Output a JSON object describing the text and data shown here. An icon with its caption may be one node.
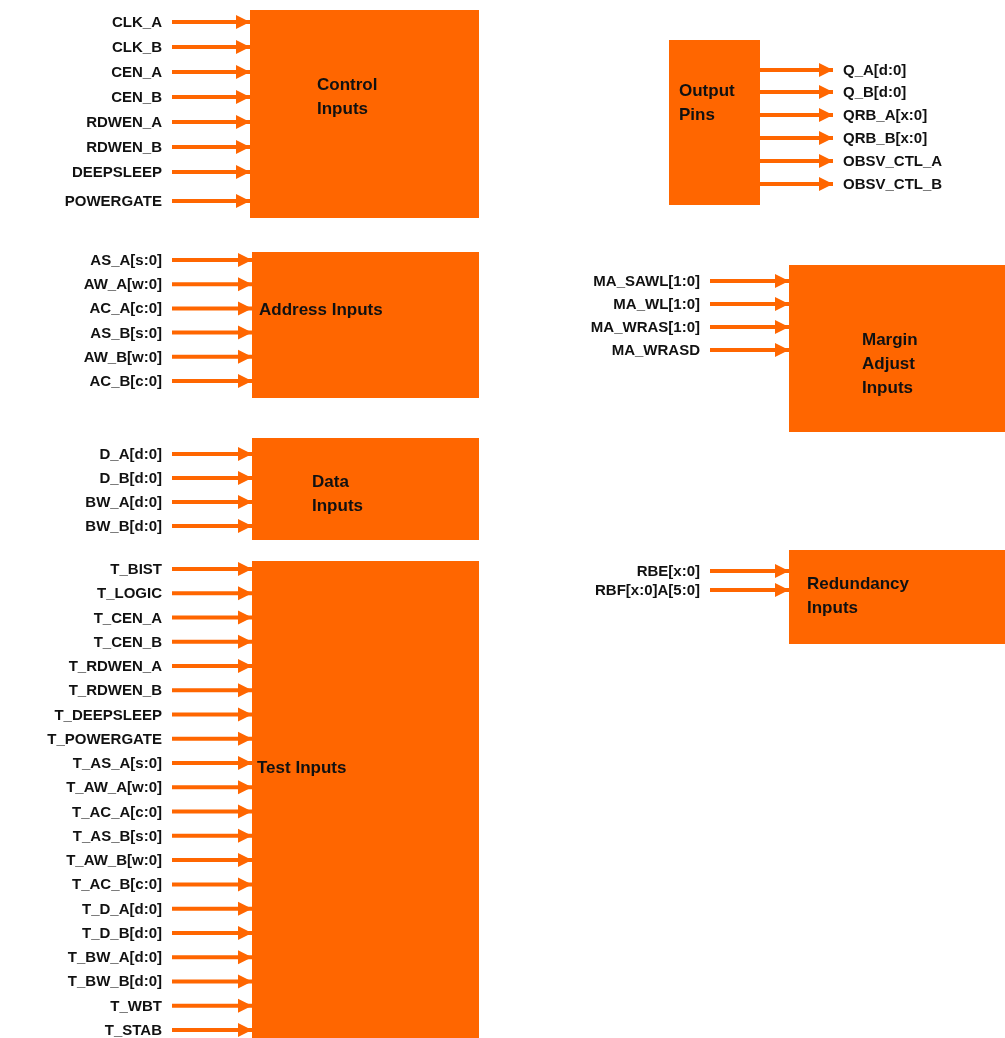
{
  "diagram": {
    "nodes": [
      {
        "text": [
          "Control Inputs"
        ]
      },
      {
        "text": [
          "CLK_A"
        ]
      },
      {
        "text": [
          "CLK_B"
        ]
      },
      {
        "text": [
          "CEN_A"
        ]
      },
      {
        "text": [
          "CEN_B"
        ]
      },
      {
        "text": [
          "RDWEN_A"
        ]
      },
      {
        "text": [
          "RDWEN_B"
        ]
      },
      {
        "text": [
          "DEEPSLEEP"
        ]
      },
      {
        "text": [
          "POWERGATE"
        ]
      },
      {
        "text": [
          "Output Pins"
        ]
      },
      {
        "text": [
          "Q_A[d:0]"
        ]
      },
      {
        "text": [
          "Q_B[d:0]"
        ]
      },
      {
        "text": [
          "QRB_A[x:0]"
        ]
      },
      {
        "text": [
          "QRB_B[x:0]"
        ]
      },
      {
        "text": [
          "OBSV_CTL_A"
        ]
      },
      {
        "text": [
          "OBSV_CTL_B"
        ]
      },
      {
        "text": [
          "Address Inputs"
        ]
      },
      {
        "text": [
          "AS_A[s:0]"
        ]
      },
      {
        "text": [
          "AW_A[w:0]"
        ]
      },
      {
        "text": [
          "AC_A[c:0]"
        ]
      },
      {
        "text": [
          "AS_B[s:0]"
        ]
      },
      {
        "text": [
          "AW_B[w:0]"
        ]
      },
      {
        "text": [
          "AC_B[c:0]"
        ]
      },
      {
        "text": [
          "Margin Adjust Inputs"
        ]
      },
      {
        "text": [
          "MA_SAWL[1:0]"
        ]
      },
      {
        "text": [
          "MA_WL[1:0]"
        ]
      },
      {
        "text": [
          "MA_WRAS[1:0]"
        ]
      },
      {
        "text": [
          "MA_WRASD"
        ]
      },
      {
        "text": [
          "Data Inputs"
        ]
      },
      {
        "text": [
          "D_A[d:0]"
        ]
      },
      {
        "text": [
          "D_B[d:0]"
        ]
      },
      {
        "text": [
          "BW_A[d:0]"
        ]
      },
      {
        "text": [
          "BW_B[d:0]"
        ]
      },
      {
        "text": [
          "Redundancy Inputs"
        ]
      },
      {
        "text": [
          "RBE[x:0]"
        ]
      },
      {
        "text": [
          "RBF[x:0]A[5:0]"
        ]
      },
      {
        "text": [
          "Test Inputs"
        ]
      },
      {
        "text": [
          "T_BIST"
        ]
      },
      {
        "text": [
          "T_LOGIC"
        ]
      },
      {
        "text": [
          "T_CEN_A"
        ]
      },
      {
        "text": [
          "T_CEN_B"
        ]
      },
      {
        "text": [
          "T_RDWEN_A"
        ]
      },
      {
        "text": [
          "T_RDWEN_B"
        ]
      },
      {
        "text": [
          "T_DEEPSLEEP"
        ]
      },
      {
        "text": [
          "T_POWERGATE"
        ]
      },
      {
        "text": [
          "T_AS_A[s:0]"
        ]
      },
      {
        "text": [
          "T_AW_A[w:0]"
        ]
      },
      {
        "text": [
          "T_AC_A[c:0]"
        ]
      },
      {
        "text": [
          "T_AS_B[s:0]"
        ]
      },
      {
        "text": [
          "T_AW_B[w:0]"
        ]
      },
      {
        "text": [
          "T_AC_B[c:0]"
        ]
      },
      {
        "text": [
          "T_D_A[d:0]"
        ]
      },
      {
        "text": [
          "T_D_B[d:0]"
        ]
      },
      {
        "text": [
          "T_BW_A[d:0]"
        ]
      },
      {
        "text": [
          "T_BW_B[d:0]"
        ]
      },
      {
        "text": [
          "T_WBT"
        ]
      },
      {
        "text": [
          "T_STAB"
        ]
      }
    ],
    "edges": [
      {
        "from": 1,
        "to": 0,
        "arrow": "to"
      },
      {
        "from": 2,
        "to": 0,
        "arrow": "to"
      },
      {
        "from": 3,
        "to": 0,
        "arrow": "to"
      },
      {
        "from": 4,
        "to": 0,
        "arrow": "to"
      },
      {
        "from": 5,
        "to": 0,
        "arrow": "to"
      },
      {
        "from": 6,
        "to": 0,
        "arrow": "to"
      },
      {
        "from": 7,
        "to": 0,
        "arrow": "to"
      },
      {
        "from": 8,
        "to": 0,
        "arrow": "to"
      },
      {
        "from": 9,
        "to": 10,
        "arrow": "to"
      },
      {
        "from": 9,
        "to": 11,
        "arrow": "to"
      },
      {
        "from": 9,
        "to": 12,
        "arrow": "to"
      },
      {
        "from": 9,
        "to": 13,
        "arrow": "to"
      },
      {
        "from": 9,
        "to": 14,
        "arrow": "to"
      },
      {
        "from": 9,
        "to": 15,
        "arrow": "to"
      },
      {
        "from": 17,
        "to": 16,
        "arrow": "to"
      },
      {
        "from": 18,
        "to": 16,
        "arrow": "to"
      },
      {
        "from": 19,
        "to": 16,
        "arrow": "to"
      },
      {
        "from": 20,
        "to": 16,
        "arrow": "to"
      },
      {
        "from": 21,
        "to": 16,
        "arrow": "to"
      },
      {
        "from": 22,
        "to": 16,
        "arrow": "to"
      },
      {
        "from": 24,
        "to": 23,
        "arrow": "to"
      },
      {
        "from": 25,
        "to": 23,
        "arrow": "to"
      },
      {
        "from": 26,
        "to": 23,
        "arrow": "to"
      },
      {
        "from": 27,
        "to": 23,
        "arrow": "to"
      },
      {
        "from": 29,
        "to": 28,
        "arrow": "to"
      },
      {
        "from": 30,
        "to": 28,
        "arrow": "to"
      },
      {
        "from": 31,
        "to": 28,
        "arrow": "to"
      },
      {
        "from": 32,
        "to": 28,
        "arrow": "to"
      },
      {
        "from": 34,
        "to": 33,
        "arrow": "to"
      },
      {
        "from": 35,
        "to": 33,
        "arrow": "to"
      },
      {
        "from": 37,
        "to": 36,
        "arrow": "to"
      },
      {
        "from": 38,
        "to": 36,
        "arrow": "to"
      },
      {
        "from": 39,
        "to": 36,
        "arrow": "to"
      },
      {
        "from": 40,
        "to": 36,
        "arrow": "to"
      },
      {
        "from": 41,
        "to": 36,
        "arrow": "to"
      },
      {
        "from": 42,
        "to": 36,
        "arrow": "to"
      },
      {
        "from": 43,
        "to": 36,
        "arrow": "to"
      },
      {
        "from": 44,
        "to": 36,
        "arrow": "to"
      },
      {
        "from": 45,
        "to": 36,
        "arrow": "to"
      },
      {
        "from": 46,
        "to": 36,
        "arrow": "to"
      },
      {
        "from": 47,
        "to": 36,
        "arrow": "to"
      },
      {
        "from": 48,
        "to": 36,
        "arrow": "to"
      },
      {
        "from": 49,
        "to": 36,
        "arrow": "to"
      },
      {
        "from": 50,
        "to": 36,
        "arrow": "to"
      },
      {
        "from": 51,
        "to": 36,
        "arrow": "to"
      },
      {
        "from": 52,
        "to": 36,
        "arrow": "to"
      },
      {
        "from": 53,
        "to": 36,
        "arrow": "to"
      },
      {
        "from": 54,
        "to": 36,
        "arrow": "to"
      },
      {
        "from": 55,
        "to": 36,
        "arrow": "to"
      },
      {
        "from": 56,
        "to": 36,
        "arrow": "to"
      }
    ]
  }
}
